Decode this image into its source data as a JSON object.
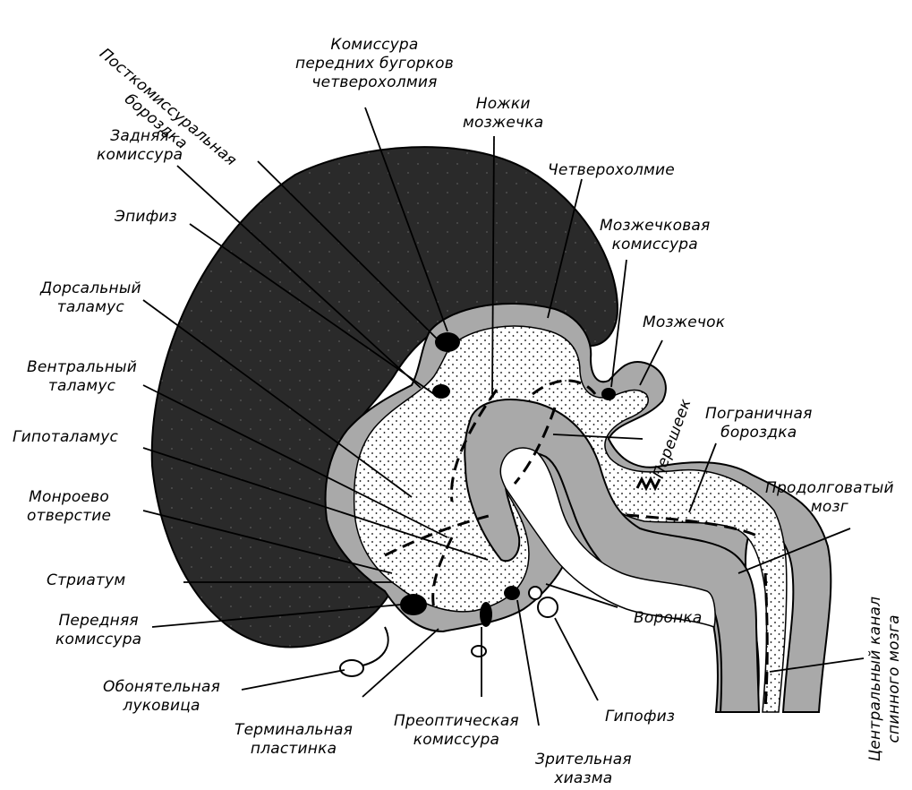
{
  "labels": {
    "postcommissural_sulcus": "Посткомиссуральная\nбороздка",
    "commissure_anterior_colliculi": "Комиссура\nпередних бугорков\nчетверохолмия",
    "cerebellar_peduncles": "Ножки\nмозжечка",
    "quadrigemina": "Четверохолмие",
    "cerebellar_commissure": "Мозжечковая\nкомиссура",
    "cerebellum": "Мозжечок",
    "posterior_commissure": "Задняя\nкомиссура",
    "epiphysis": "Эпифиз",
    "dorsal_thalamus": "Дорсальный\nталамус",
    "ventral_thalamus": "Вентральный\nталамус",
    "hypothalamus": "Гипоталамус",
    "monro_foramen": "Монроево\nотверстие",
    "striatum": "Стриатум",
    "anterior_commissure": "Передняя\nкомиссура",
    "olfactory_bulb": "Обонятельная\nлуковица",
    "terminal_lamina": "Терминальная\nпластинка",
    "preoptic_commissure": "Преоптическая\nкомиссура",
    "optic_chiasm": "Зрительная\nхиазма",
    "hypophysis": "Гипофиз",
    "infundibulum": "Воронка",
    "isthmus": "Перешеек",
    "sulcus_limitans": "Пограничная\nбороздка",
    "medulla_oblongata": "Продолговатый\nмозг",
    "central_canal": "Центральный канал\nспинного мозга"
  },
  "colors": {
    "dark_mass": "#2a2a2a",
    "gray_wall": "#a9a9a9",
    "stipple_fill": "#ffffff",
    "ink": "#000000"
  }
}
